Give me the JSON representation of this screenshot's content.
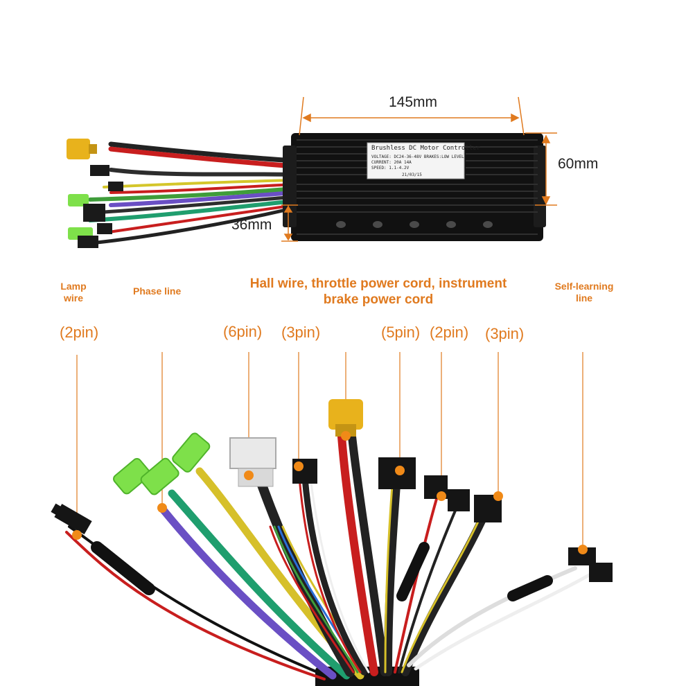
{
  "dimensions": {
    "length": "145mm",
    "width": "60mm",
    "height": "36mm"
  },
  "controller_label": {
    "title": "Brushless DC Motor Controller",
    "line1": "VOLTAGE: DC24-36-48V  BRAKES:LOW LEVEL",
    "line2": "CURRENT: 20A 14A",
    "line3": "SPEED: 1.1-4.2V",
    "date": "21/03/15"
  },
  "categories": {
    "lamp": "Lamp\nwire",
    "phase": "Phase line",
    "hall": "Hall wire, throttle power cord, instrument\nbrake power cord",
    "self_learning": "Self-learning\nline"
  },
  "pins": {
    "lamp": "(2pin)",
    "hall": "(6pin)",
    "throttle": "(3pin)",
    "instrument": "(5pin)",
    "brake_2": "(2pin)",
    "brake_3": "(3pin)"
  },
  "colors": {
    "accent": "#e07a1f",
    "controller_body": "#111111",
    "connector_green": "#7ee04a",
    "connector_yellow": "#e8b21c"
  }
}
